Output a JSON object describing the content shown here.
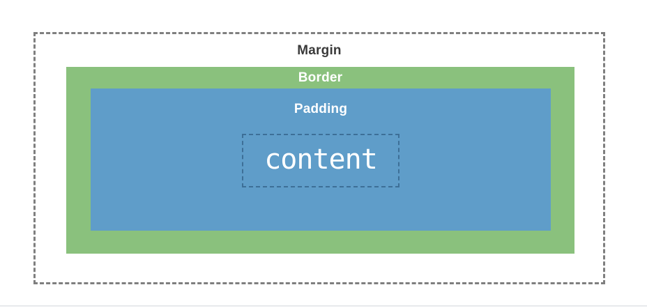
{
  "diagram": {
    "boxes": {
      "margin": {
        "label": "Margin"
      },
      "border": {
        "label": "Border"
      },
      "padding": {
        "label": "Padding"
      },
      "content": {
        "label": "content"
      }
    },
    "colors": {
      "margin_dash": "#7f7f7f",
      "margin_text": "#3a3a3a",
      "border_fill": "#8ac17d",
      "padding_fill": "#5f9dc9",
      "content_dash": "#3d6f97",
      "inner_text": "#ffffff",
      "page_bottom_line": "#e7e9ec"
    }
  }
}
